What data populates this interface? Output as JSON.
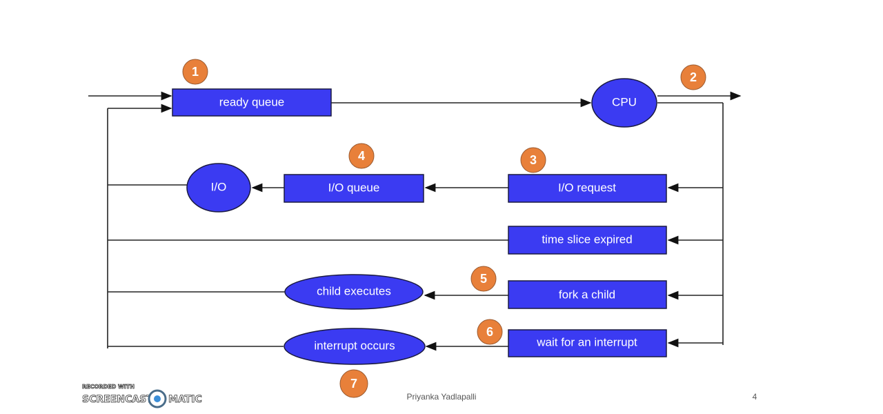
{
  "nodes": {
    "ready_queue": "ready queue",
    "cpu": "CPU",
    "io_request": "I/O request",
    "io_queue": "I/O queue",
    "io": "I/O",
    "time_slice": "time slice expired",
    "fork_child": "fork a child",
    "child_executes": "child executes",
    "wait_interrupt": "wait for an interrupt",
    "interrupt_occurs": "interrupt occurs"
  },
  "badges": [
    "1",
    "2",
    "3",
    "4",
    "5",
    "6",
    "7"
  ],
  "footer": {
    "author": "Priyanka Yadlapalli",
    "page": "4"
  },
  "watermark": {
    "line1": "RECORDED WITH",
    "line2": "SCREENCAST",
    "line3": "MATIC"
  },
  "colors": {
    "box": "#3b3bf2",
    "badge": "#e8803a"
  }
}
